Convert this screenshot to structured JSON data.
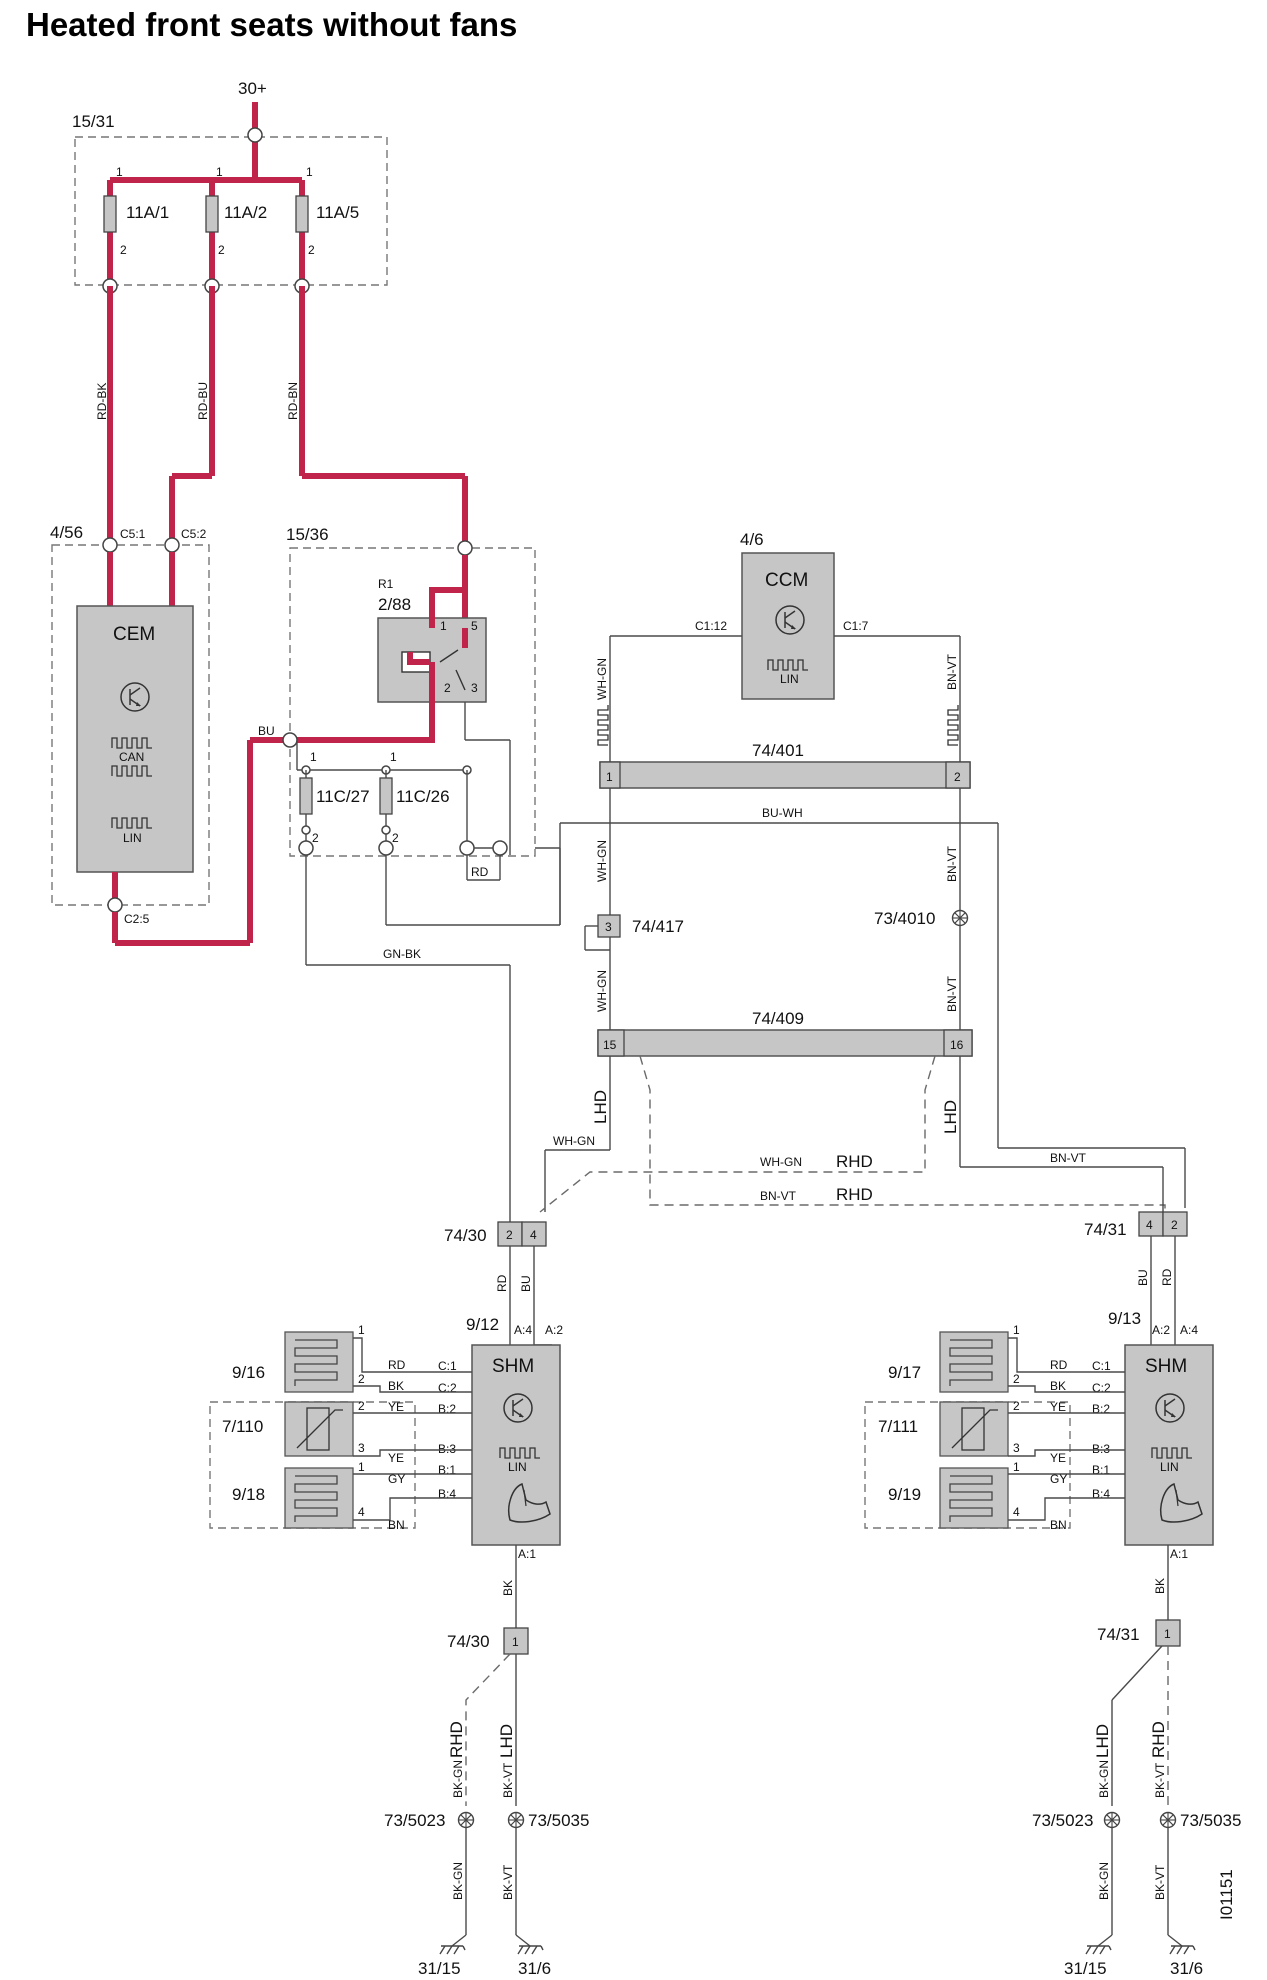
{
  "title": "Heated front seats without fans",
  "figure_id": "I01151",
  "supply": "30+",
  "groups": {
    "g1531": "15/31",
    "g456": "4/56",
    "g1536": "15/36",
    "g46": "4/6",
    "g912": "9/12",
    "g913": "9/13"
  },
  "fuses": {
    "f11a1": "11A/1",
    "f11a2": "11A/2",
    "f11a5": "11A/5",
    "f11c27": "11C/27",
    "f11c26": "11C/26"
  },
  "relay": {
    "name": "R1",
    "id": "2/88",
    "p1": "1",
    "p2": "2",
    "p3": "3",
    "p5": "5"
  },
  "modules": {
    "cem": "CEM",
    "ccm": "CCM",
    "shm": "SHM",
    "can": "CAN",
    "lin": "LIN"
  },
  "connectors": {
    "c74401": "74/401",
    "c74409": "74/409",
    "c74417": "74/417",
    "c7430": "74/30",
    "c7431": "74/31"
  },
  "splices": {
    "s734010": "73/4010",
    "s735023": "73/5023",
    "s735035": "73/5035"
  },
  "grounds": {
    "g3115": "31/15",
    "g316": "31/6"
  },
  "components": {
    "c916": "9/16",
    "c7110": "7/110",
    "c918": "9/18",
    "c917": "9/17",
    "c7111": "7/111",
    "c919": "9/19"
  },
  "pins": {
    "c51": "C5:1",
    "c52": "C5:2",
    "c25": "C2:5",
    "c112": "C1:12",
    "c17": "C1:7",
    "a1": "A:1",
    "a2": "A:2",
    "a4": "A:4",
    "pc1": "C:1",
    "pc2": "C:2",
    "pb2": "B:2",
    "pb3": "B:3",
    "pb1": "B:1",
    "pb4": "B:4",
    "n1": "1",
    "n2": "2",
    "n3": "3",
    "n4": "4",
    "n15": "15",
    "n16": "16"
  },
  "wires": {
    "rdbk": "RD-BK",
    "rdbu": "RD-BU",
    "rdbn": "RD-BN",
    "bu": "BU",
    "rd": "RD",
    "bk": "BK",
    "ye": "YE",
    "gy": "GY",
    "bn": "BN",
    "gnbk": "GN-BK",
    "whgn": "WH-GN",
    "bnvt": "BN-VT",
    "buwh": "BU-WH",
    "bkgn": "BK-GN",
    "bkvt": "BK-VT"
  },
  "variants": {
    "lhd": "LHD",
    "rhd": "RHD"
  },
  "colors": {
    "power": "#c0244a",
    "module": "#c6c6c6",
    "wire": "#4a4a4a"
  }
}
